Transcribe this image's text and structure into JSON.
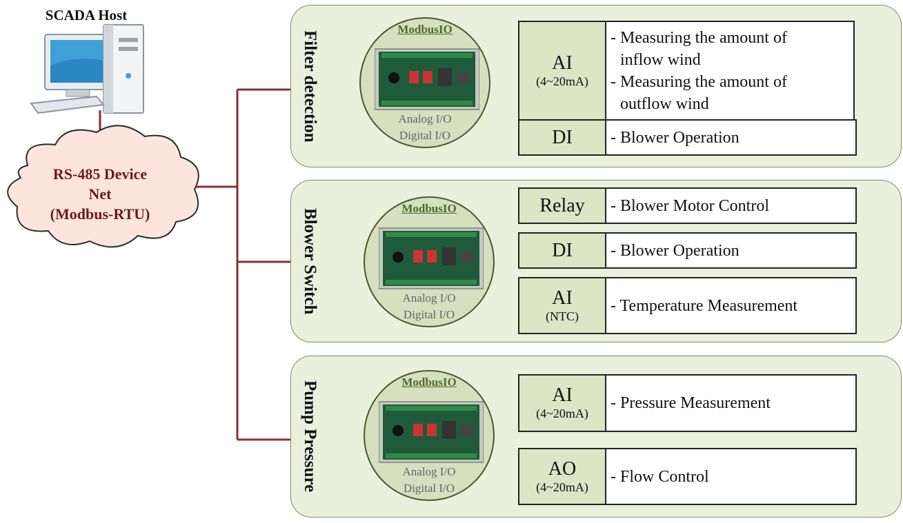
{
  "host": {
    "title": "SCADA Host"
  },
  "network": {
    "lines": [
      "RS-485  Device",
      "Net",
      "(Modbus-RTU)"
    ]
  },
  "module": {
    "name": "ModbusIO",
    "io_lines": [
      "Analog I/O",
      "Digital I/O"
    ]
  },
  "panels": [
    {
      "title": "Filter detection",
      "rows": [
        {
          "type": "AI",
          "sub": "(4~20mA)",
          "lines": [
            "- Measuring the amount of",
            "inflow wind",
            "- Measuring the amount of",
            "outflow wind"
          ]
        },
        {
          "type": "DI",
          "sub": "",
          "lines": [
            "- Blower Operation"
          ]
        }
      ]
    },
    {
      "title": "Blower Switch",
      "rows": [
        {
          "type": "Relay",
          "sub": "",
          "lines": [
            "- Blower Motor Control"
          ]
        },
        {
          "type": "DI",
          "sub": "",
          "lines": [
            "- Blower Operation"
          ]
        },
        {
          "type": "AI",
          "sub": "(NTC)",
          "lines": [
            "- Temperature Measurement"
          ]
        }
      ]
    },
    {
      "title": "Pump Pressure",
      "rows": [
        {
          "type": "AI",
          "sub": "(4~20mA)",
          "lines": [
            "- Pressure Measurement"
          ]
        },
        {
          "type": "AO",
          "sub": "(4~20mA)",
          "lines": [
            "- Flow Control"
          ]
        }
      ]
    }
  ],
  "colors": {
    "connector": "#8b2e2e",
    "panel_bg": "#ebf0dd",
    "type_cell": "#dde5c5",
    "circle_bg": "#d6dfbe",
    "cloud": "#fde5dd"
  }
}
